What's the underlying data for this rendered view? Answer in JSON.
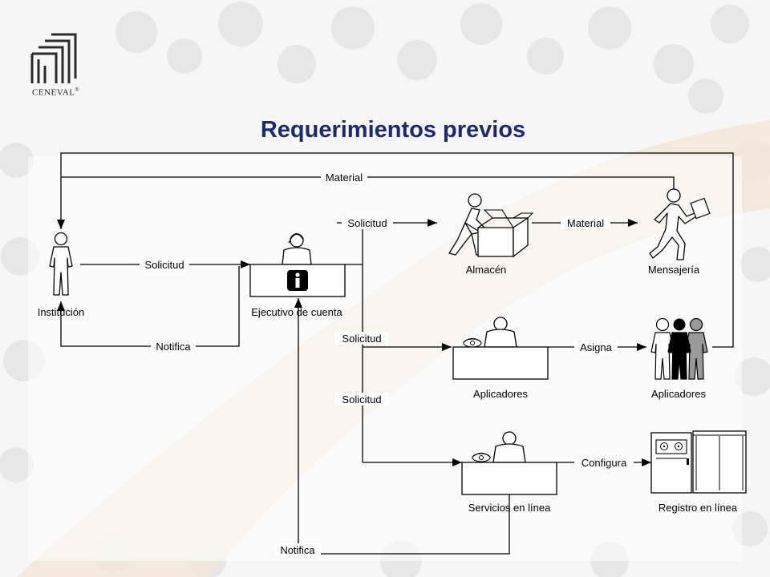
{
  "slide": {
    "title": "Requerimientos previos",
    "logo": {
      "text": "CENEVAL",
      "mark": "®"
    }
  },
  "actors": {
    "institucion": "Institución",
    "ejecutivo": "Ejecutivo de cuenta",
    "almacen": "Almacén",
    "mensajeria": "Mensajería",
    "aplicadores_desk": "Aplicadores",
    "aplicadores_group": "Aplicadores",
    "servicios": "Servicios en línea",
    "registro": "Registro en línea"
  },
  "flows": {
    "material_top": "Material",
    "solicitud_inst": "Solicitud",
    "notifica_inst": "Notifica",
    "solicitud_almacen": "Solicitud",
    "material_almacen": "Material",
    "solicitud_aplic": "Solicitud",
    "asigna": "Asigna",
    "solicitud_serv": "Solicitud",
    "configura": "Configura",
    "notifica_bottom": "Notifica"
  },
  "icons": [
    "ceneval-logo-icon",
    "person-icon",
    "info-icon",
    "headset-icon",
    "box-icon",
    "telephone-icon",
    "server-cabinet-icon",
    "tape-drive-icon"
  ],
  "colors": {
    "title": "#1b2a6b",
    "line": "#000000",
    "accent_orange": "#f2e6d6",
    "accent_gray": "#e9e9e9"
  }
}
